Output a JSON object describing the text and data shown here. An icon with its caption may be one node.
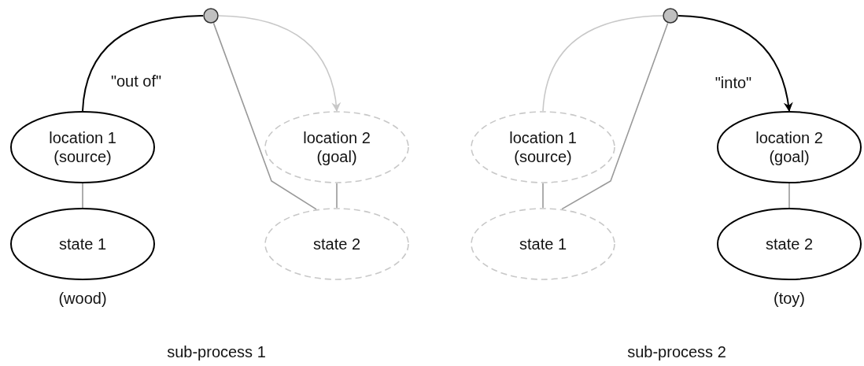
{
  "diagram": {
    "nodes": [
      {
        "text": [],
        "shape": "circle"
      },
      {
        "text": [
          "location 1 (source)"
        ]
      },
      {
        "text": [
          "state 1"
        ],
        "beside": [
          "(wood)"
        ]
      },
      {
        "text": [
          "location 2 (goal)"
        ]
      },
      {
        "text": [
          "state 2"
        ]
      },
      {
        "text": [],
        "shape": "circle"
      },
      {
        "text": [
          "location 1 (source)"
        ]
      },
      {
        "text": [
          "state 1"
        ]
      },
      {
        "text": [
          "location 2 (goal)"
        ]
      },
      {
        "text": [
          "state 2"
        ],
        "beside": [
          "(toy)"
        ]
      }
    ],
    "edges": [
      {
        "from": 1,
        "to": 0,
        "arrow": "none",
        "label": "\"out of\"",
        "color": "#000000"
      },
      {
        "from": 0,
        "to": 3,
        "arrow": "to",
        "color": "#c8c8c8"
      },
      {
        "from": 0,
        "to": 4,
        "arrow": "none"
      },
      {
        "from": 1,
        "to": 2,
        "arrow": "none"
      },
      {
        "from": 3,
        "to": 4,
        "arrow": "none"
      },
      {
        "from": 6,
        "to": 5,
        "arrow": "none",
        "color": "#c8c8c8"
      },
      {
        "from": 5,
        "to": 7,
        "arrow": "none"
      },
      {
        "from": 5,
        "to": 8,
        "arrow": "to",
        "label": "\"into\"",
        "color": "#000000"
      },
      {
        "from": 6,
        "to": 7,
        "arrow": "none"
      },
      {
        "from": 8,
        "to": 9,
        "arrow": "none"
      }
    ],
    "labels": [
      "sub-process 1",
      "sub-process 2"
    ]
  }
}
